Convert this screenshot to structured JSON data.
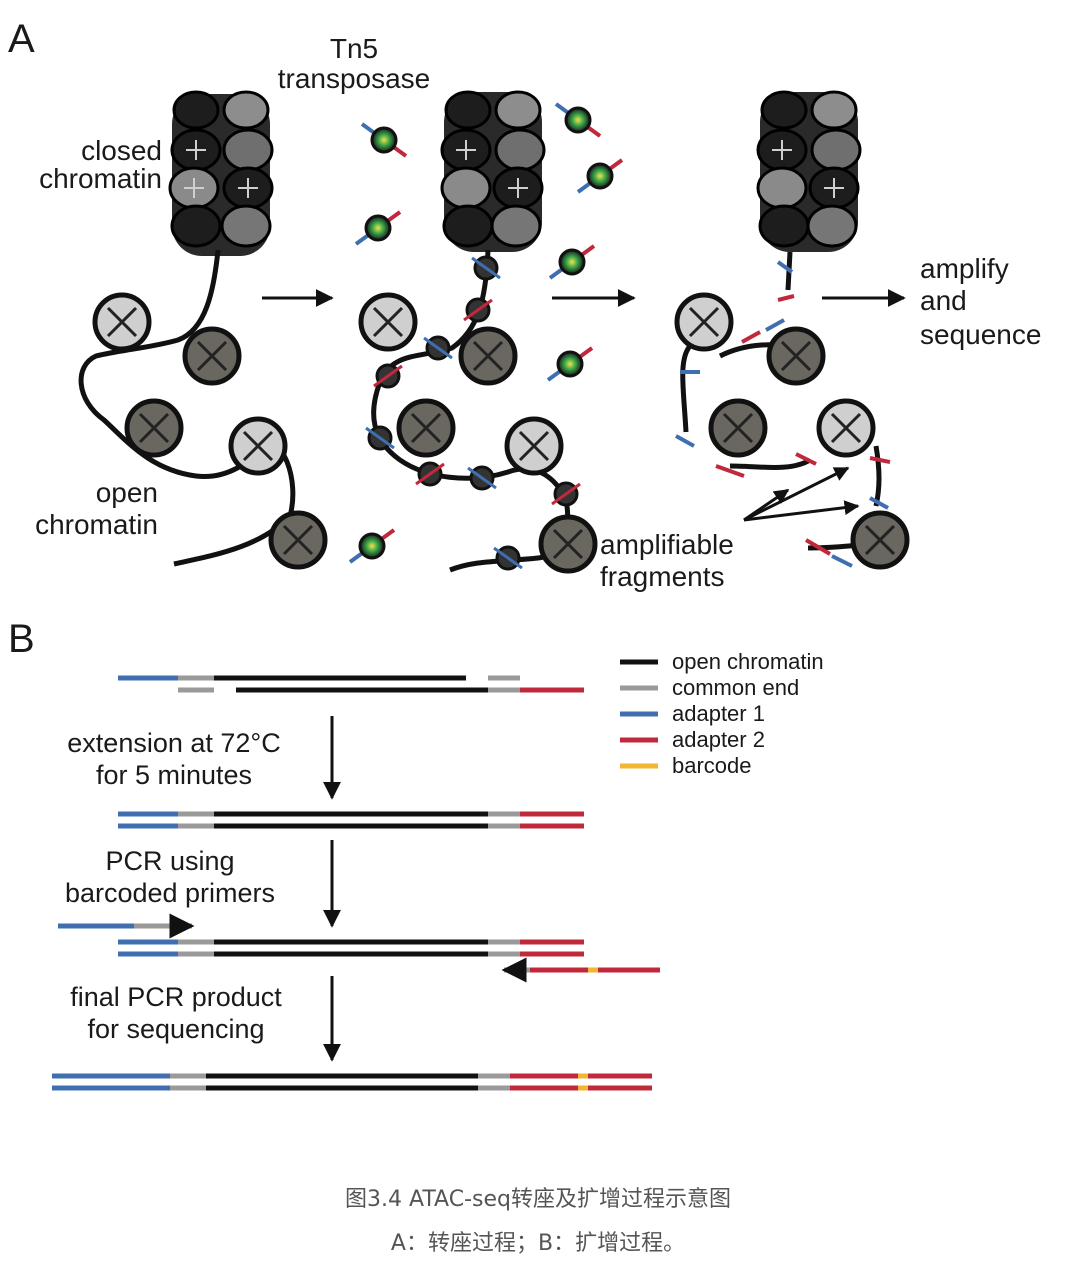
{
  "panel_a": {
    "label": "A",
    "tn5_line1": "Tn5",
    "tn5_line2": "transposase",
    "closed_line1": "closed",
    "closed_line2": "chromatin",
    "open_line1": "open",
    "open_line2": "chromatin",
    "amplify_line1": "amplify",
    "amplify_line2": "and",
    "amplify_line3": "sequence",
    "fragments_line1": "amplifiable",
    "fragments_line2": "fragments"
  },
  "panel_b": {
    "label": "B",
    "step1_line1": "extension at 72°C",
    "step1_line2": "for 5 minutes",
    "step2_line1": "PCR using",
    "step2_line2": "barcoded primers",
    "step3_line1": "final PCR product",
    "step3_line2": "for sequencing",
    "legend": [
      {
        "label": "open chromatin",
        "color": "#111111"
      },
      {
        "label": "common end",
        "color": "#9a9a9a"
      },
      {
        "label": "adapter 1",
        "color": "#3f6fb0"
      },
      {
        "label": "adapter 2",
        "color": "#c0283c"
      },
      {
        "label": "barcode",
        "color": "#f2b632"
      }
    ]
  },
  "caption": {
    "line1": "图3.4 ATAC-seq转座及扩增过程示意图",
    "line2": "A：转座过程；B：扩增过程。"
  },
  "colors": {
    "dna": "#111111",
    "common_end": "#9a9a9a",
    "adapter1": "#3f6fb0",
    "adapter2": "#c0283c",
    "barcode": "#f2b632",
    "nucleosome_light": "#c9c9c9",
    "nucleosome_dark": "#6a6660"
  }
}
